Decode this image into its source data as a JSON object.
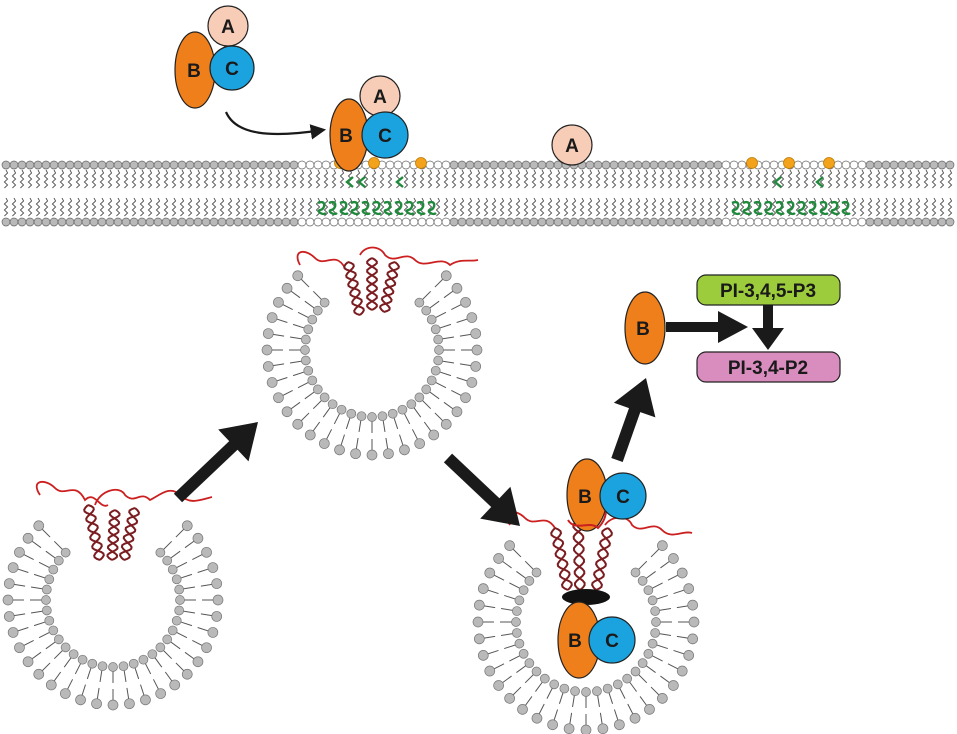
{
  "labels": {
    "a": "A",
    "b": "B",
    "c": "C",
    "pip3": "PI-3,4,5-P3",
    "pip2": "PI-3,4-P2"
  },
  "colors": {
    "subunit_a": "#f8cdb8",
    "subunit_b": "#ef7f1a",
    "subunit_c": "#1aa3de",
    "pip3_box": "#9ccc3c",
    "pip2_box": "#d98cbe",
    "lipid_head": "#b9b9b9",
    "lipid_tail": "#555555",
    "raft_head": "#ffffff",
    "cholesterol": "#f3a21c",
    "raft_protein": "#1f8a3c",
    "toxin_loop": "#cc1f1f",
    "helix": "#7b1c20",
    "arrow": "#1a1a1a"
  },
  "icons": [
    "lipid-bilayer",
    "lipid-raft",
    "vesicle",
    "pore-channel",
    "arrow"
  ]
}
